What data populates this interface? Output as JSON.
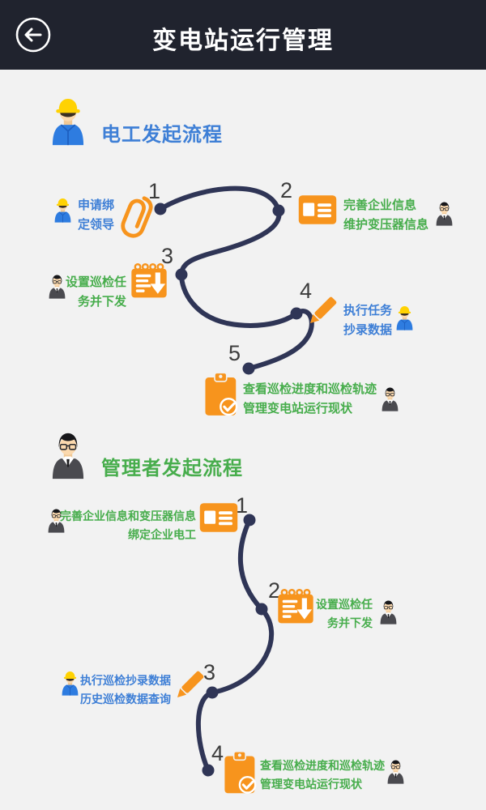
{
  "header": {
    "title": "变电站运行管理",
    "back_icon": "arrow-left-circle"
  },
  "colors": {
    "header_bg": "#20232e",
    "body_bg": "#f2f2f2",
    "accent_blue": "#3e7fd6",
    "accent_green": "#47ad4c",
    "icon_orange": "#f7941d",
    "curve_navy": "#2f3556",
    "number_gray": "#3c3c3c"
  },
  "flows": [
    {
      "title": "电工发起流程",
      "title_color": "#3e7fd6",
      "avatar": "electrician",
      "steps": [
        {
          "number": "1",
          "lines": [
            "申请绑",
            "定领导"
          ],
          "color": "#3e7fd6",
          "actor": "electrician",
          "icon": "paperclip-icon"
        },
        {
          "number": "2",
          "lines": [
            "完善企业信息",
            "维护变压器信息"
          ],
          "color": "#47ad4c",
          "actor": "manager",
          "icon": "id-card-icon"
        },
        {
          "number": "3",
          "lines": [
            "设置巡检任",
            "务并下发"
          ],
          "color": "#47ad4c",
          "actor": "manager",
          "icon": "calendar-task-icon"
        },
        {
          "number": "4",
          "lines": [
            "执行任务",
            "抄录数据"
          ],
          "color": "#3e7fd6",
          "actor": "electrician",
          "icon": "pencil-icon"
        },
        {
          "number": "5",
          "lines": [
            "查看巡检进度和巡检轨迹",
            "管理变电站运行现状"
          ],
          "color": "#47ad4c",
          "actor": "manager",
          "icon": "clipboard-check-icon"
        }
      ]
    },
    {
      "title": "管理者发起流程",
      "title_color": "#47ad4c",
      "avatar": "manager",
      "steps": [
        {
          "number": "1",
          "lines": [
            "完善企业信息和变压器信息",
            "绑定企业电工"
          ],
          "color": "#47ad4c",
          "actor": "manager",
          "icon": "id-card-icon"
        },
        {
          "number": "2",
          "lines": [
            "设置巡检任",
            "务并下发"
          ],
          "color": "#47ad4c",
          "actor": "manager",
          "icon": "calendar-task-icon"
        },
        {
          "number": "3",
          "lines": [
            "执行巡检抄录数据",
            "历史巡检数据查询"
          ],
          "color": "#3e7fd6",
          "actor": "electrician",
          "icon": "pencil-icon"
        },
        {
          "number": "4",
          "lines": [
            "查看巡检进度和巡检轨迹",
            "管理变电站运行现状"
          ],
          "color": "#47ad4c",
          "actor": "manager",
          "icon": "clipboard-check-icon"
        }
      ]
    }
  ]
}
